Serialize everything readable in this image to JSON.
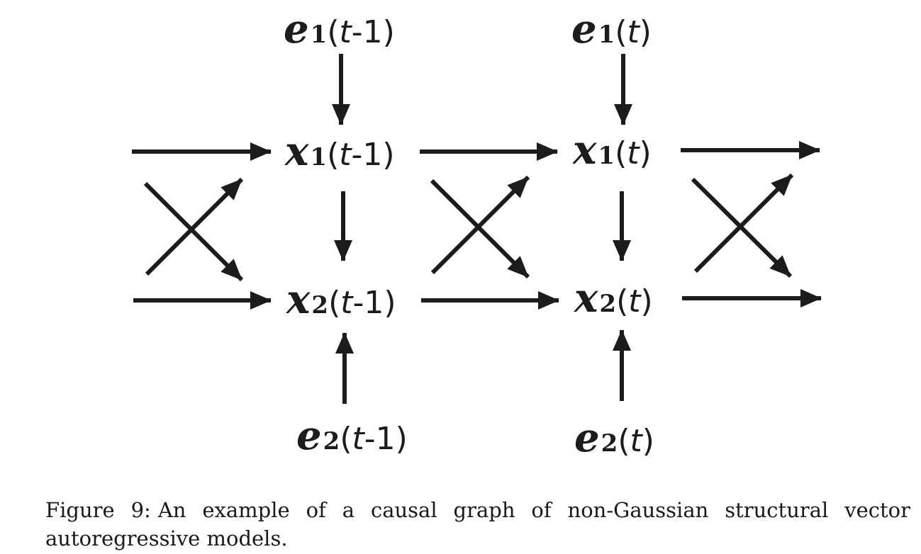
{
  "nodes": {
    "e1_prev": {
      "symbol": "e",
      "index": "1",
      "arg_open": "(",
      "arg_var": "t",
      "arg_rest": "-1)"
    },
    "e1_curr": {
      "symbol": "e",
      "index": "1",
      "arg_open": "(",
      "arg_var": "t",
      "arg_rest": ")"
    },
    "x1_prev": {
      "symbol": "x",
      "index": "1",
      "arg_open": "(",
      "arg_var": "t",
      "arg_rest": "-1)"
    },
    "x1_curr": {
      "symbol": "x",
      "index": "1",
      "arg_open": "(",
      "arg_var": "t",
      "arg_rest": ")"
    },
    "x2_prev": {
      "symbol": "x",
      "index": "2",
      "arg_open": "(",
      "arg_var": "t",
      "arg_rest": "-1)"
    },
    "x2_curr": {
      "symbol": "x",
      "index": "2",
      "arg_open": "(",
      "arg_var": "t",
      "arg_rest": ")"
    },
    "e2_prev": {
      "symbol": "e",
      "index": "2",
      "arg_open": "(",
      "arg_var": "t",
      "arg_rest": "-1)"
    },
    "e2_curr": {
      "symbol": "e",
      "index": "2",
      "arg_open": "(",
      "arg_var": "t",
      "arg_rest": ")"
    }
  },
  "caption": {
    "label": "Figure 9:",
    "text": "An example of a causal graph of non-Gaussian structural vector autoregressive models."
  },
  "colors": {
    "ink": "#1c1c1c"
  }
}
